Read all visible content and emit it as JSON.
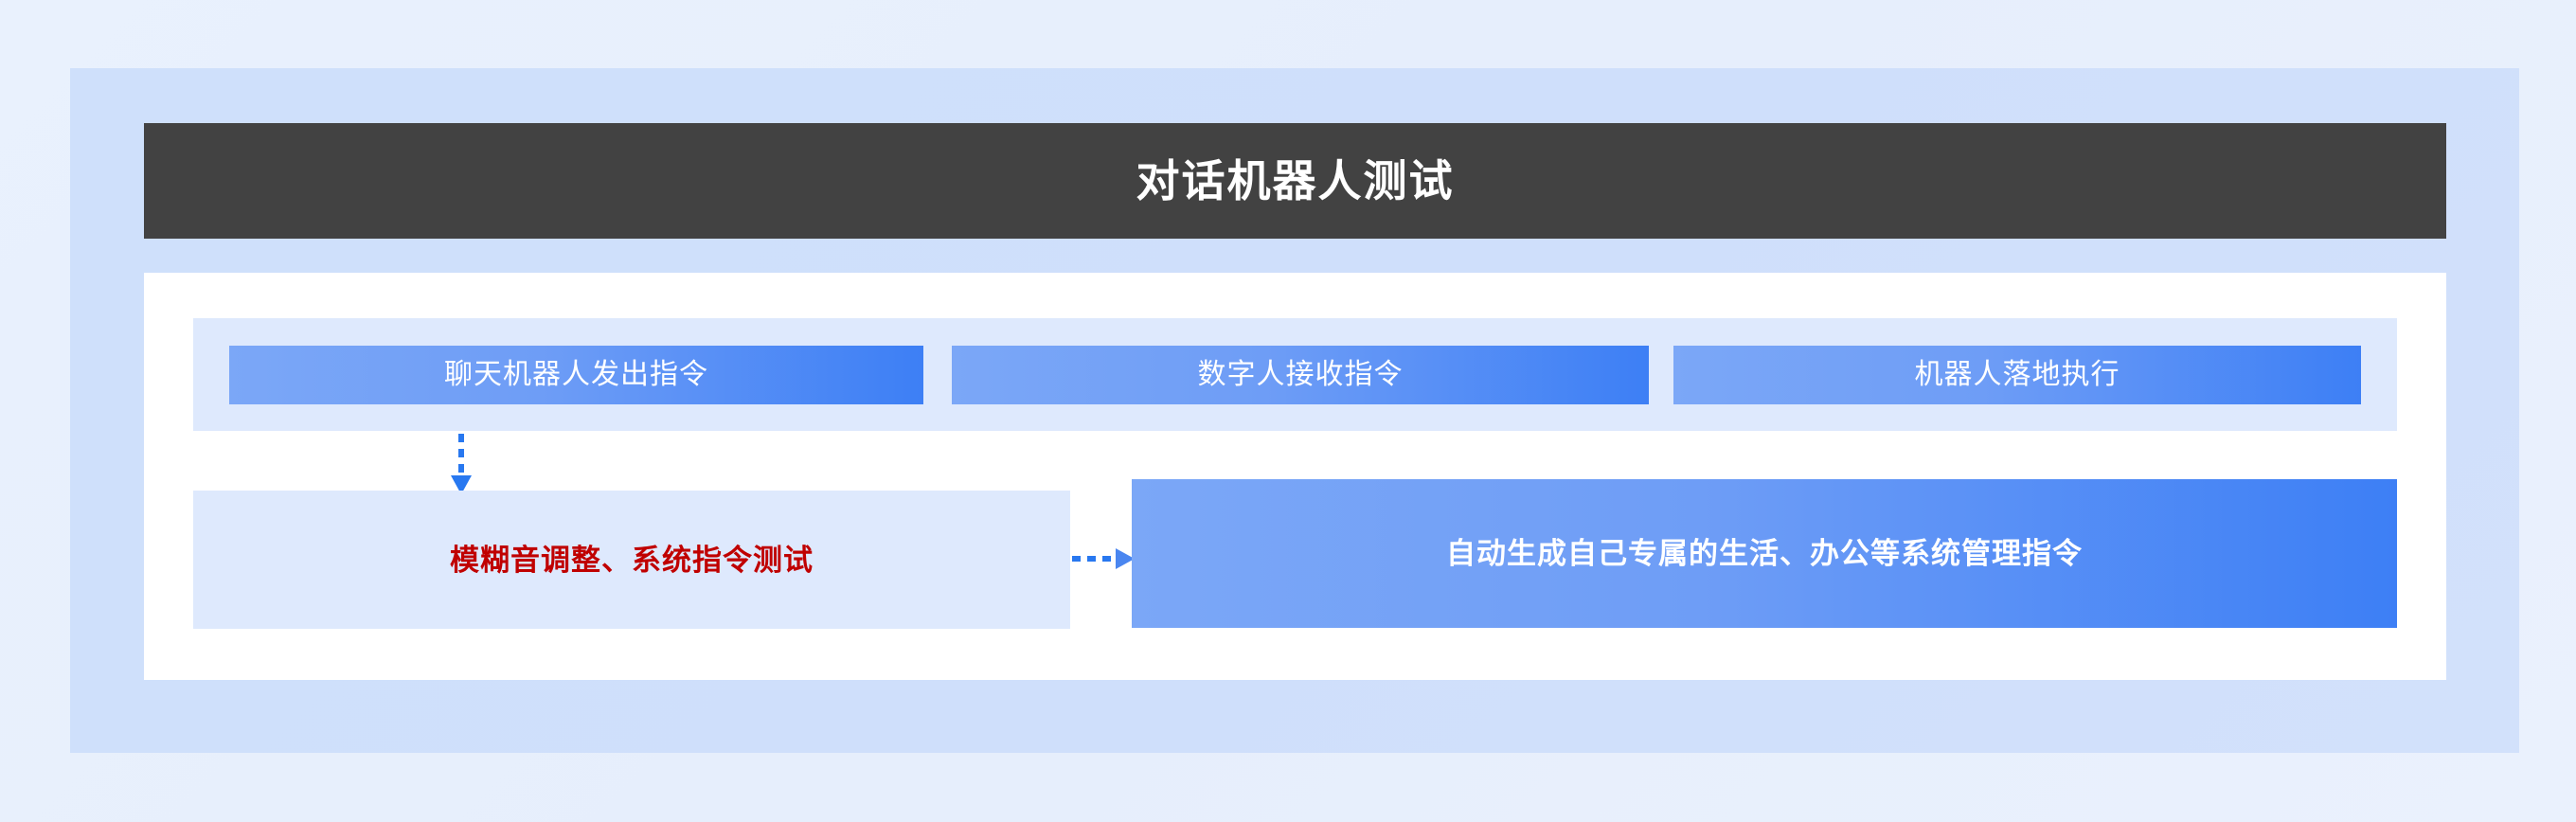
{
  "header": {
    "title": "对话机器人测试"
  },
  "flow": {
    "steps": [
      {
        "label": "聊天机器人发出指令"
      },
      {
        "label": "数字人接收指令"
      },
      {
        "label": "机器人落地执行"
      }
    ],
    "results": {
      "test_label": "模糊音调整、系统指令测试",
      "output_label": "自动生成自己专属的生活、办公等系统管理指令"
    },
    "connectors": [
      {
        "name": "arrow-down-icon",
        "direction": "down",
        "style": "dashed"
      },
      {
        "name": "arrow-right-icon",
        "direction": "right",
        "style": "dashed"
      }
    ]
  },
  "colors": {
    "page_background": "#e8f0fd",
    "frame_background": "#d2e1fb",
    "panel_background": "#ffffff",
    "header_bar": "#424242",
    "band_background": "#dee9fd",
    "box_gradient_start": "#7ba7f7",
    "box_gradient_end": "#3d7ff5",
    "accent_red": "#c00000",
    "arrow_blue": "#2878f0",
    "text_on_blue": "#ffffff"
  }
}
